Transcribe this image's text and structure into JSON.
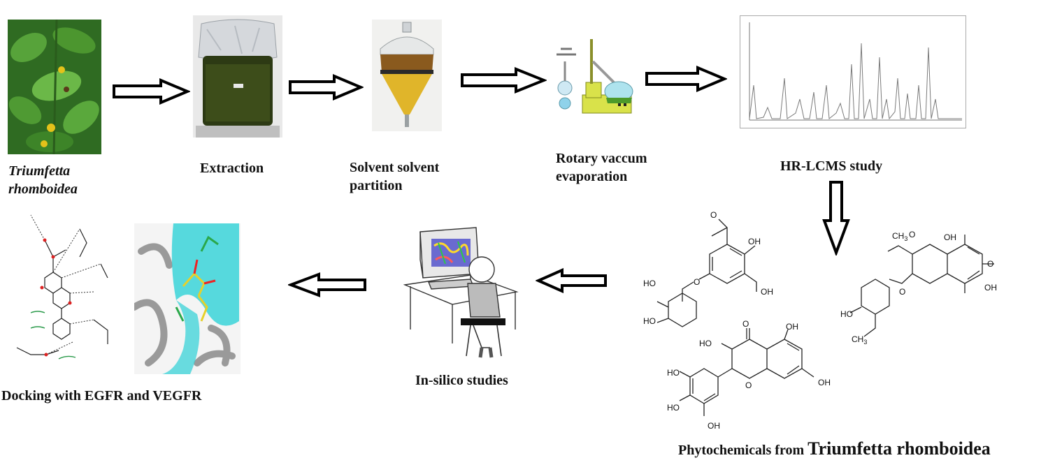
{
  "labels": {
    "plant_line1": "Triumfetta",
    "plant_line2": "rhomboidea",
    "extraction": "Extraction",
    "partition_line1": "Solvent solvent",
    "partition_line2": "partition",
    "rotary_line1": "Rotary vaccum",
    "rotary_line2": "evaporation",
    "hrlcms": "HR-LCMS study",
    "insilico": "In-silico studies",
    "docking": "Docking with EGFR and VEGFR",
    "phyto_prefix": "Phytochemicals from ",
    "phyto_species": "Triumfetta rhomboidea"
  },
  "chem": {
    "oh": "OH",
    "ho": "HO",
    "o": "O",
    "ch3": "CH",
    "ch3_sub": "3"
  },
  "colors": {
    "arrow_fill": "#ffffff",
    "arrow_stroke": "#000000",
    "leaf_green": "#3f8a2a",
    "flask_amber": "#c9a23a",
    "protein_cyan": "#39d3d8",
    "rotavap_yellow": "#d9e24a"
  }
}
